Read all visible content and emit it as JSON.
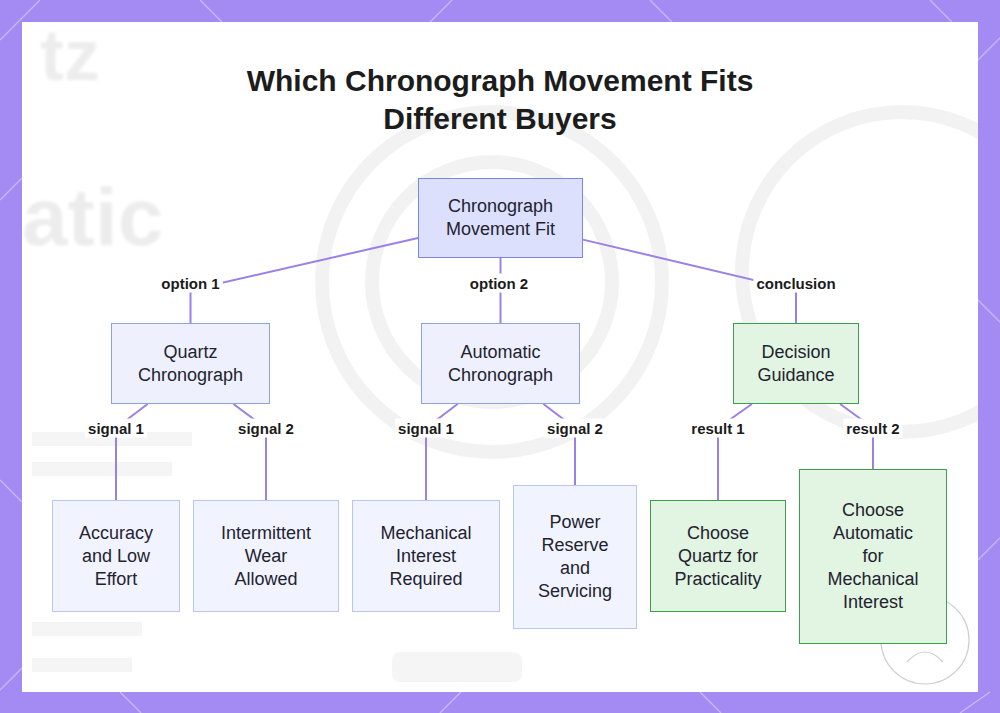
{
  "diagram": {
    "title": "Which Chronograph Movement Fits Different Buyers",
    "nodes": [
      {
        "text": [
          "Chronograph Movement Fit"
        ]
      },
      {
        "text": [
          "Quartz Chronograph"
        ]
      },
      {
        "text": [
          "Automatic Chronograph"
        ]
      },
      {
        "text": [
          "Decision Guidance"
        ]
      },
      {
        "text": [
          "Accuracy and Low Effort"
        ]
      },
      {
        "text": [
          "Intermittent Wear Allowed"
        ]
      },
      {
        "text": [
          "Mechanical Interest Required"
        ]
      },
      {
        "text": [
          "Power Reserve and Servicing"
        ]
      },
      {
        "text": [
          "Choose Quartz for Practicality"
        ]
      },
      {
        "text": [
          "Choose Automatic for Mechanical Interest"
        ]
      }
    ],
    "edges": [
      {
        "from": 0,
        "to": 1,
        "label": "option 1",
        "arrow": "none"
      },
      {
        "from": 0,
        "to": 2,
        "label": "option 2",
        "arrow": "none"
      },
      {
        "from": 0,
        "to": 3,
        "label": "conclusion",
        "arrow": "none"
      },
      {
        "from": 1,
        "to": 4,
        "label": "signal 1",
        "arrow": "none"
      },
      {
        "from": 1,
        "to": 5,
        "label": "signal 2",
        "arrow": "none"
      },
      {
        "from": 2,
        "to": 6,
        "label": "signal 1",
        "arrow": "none"
      },
      {
        "from": 2,
        "to": 7,
        "label": "signal 2",
        "arrow": "none"
      },
      {
        "from": 3,
        "to": 8,
        "label": "result 1",
        "arrow": "none"
      },
      {
        "from": 3,
        "to": 9,
        "label": "result 2",
        "arrow": "none"
      }
    ],
    "labels": [
      "tz",
      "atic"
    ]
  }
}
